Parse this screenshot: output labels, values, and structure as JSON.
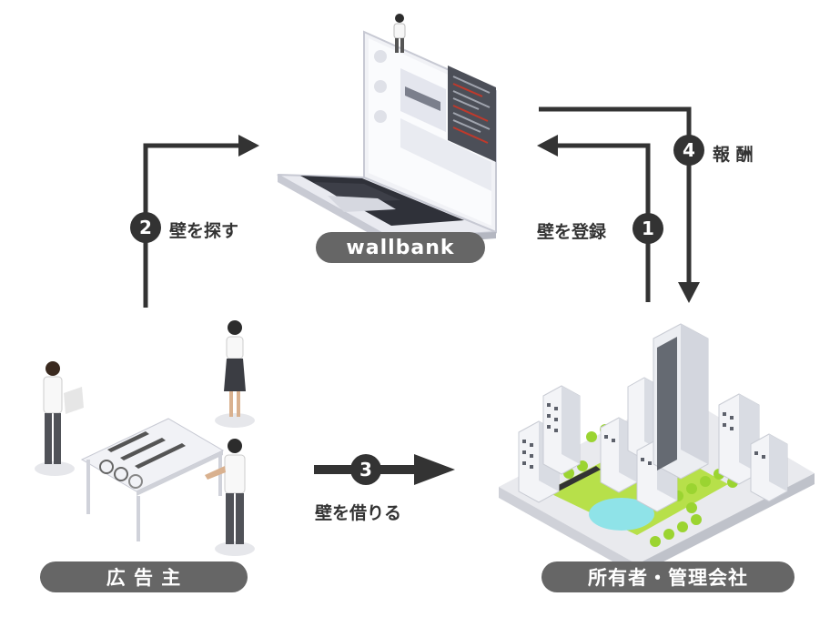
{
  "platform": {
    "label": "wallbank"
  },
  "advertiser": {
    "label": "広 告 主"
  },
  "owner": {
    "label": "所有者・管理会社"
  },
  "steps": [
    {
      "num": "1",
      "text": "壁を登録"
    },
    {
      "num": "2",
      "text": "壁を探す"
    },
    {
      "num": "3",
      "text": "壁を借りる"
    },
    {
      "num": "4",
      "text": "報 酬"
    }
  ],
  "colors": {
    "pill": "#666666",
    "step": "#333333",
    "arrow": "#333333",
    "grass": "#b7e04a",
    "pond": "#8fe3e8"
  }
}
